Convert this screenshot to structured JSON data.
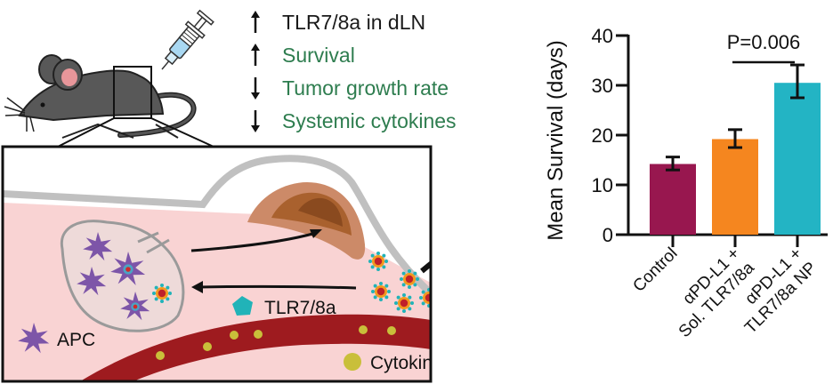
{
  "effects": {
    "items": [
      {
        "direction": "up",
        "label": "TLR7/8a in dLN",
        "color": "#1a1a1a"
      },
      {
        "direction": "up",
        "label": "Survival",
        "color": "#2e7d4f"
      },
      {
        "direction": "down",
        "label": "Tumor growth rate",
        "color": "#2e7d4f"
      },
      {
        "direction": "down",
        "label": "Systemic cytokines",
        "color": "#2e7d4f"
      }
    ]
  },
  "schematic": {
    "apc_label": "APC",
    "drug_label": "TLR7/8a",
    "cytokine_label": "Cytokines",
    "colors": {
      "tissue": "#f9d3d3",
      "skin": "#c0c0c0",
      "vessel": "#9e1b1f",
      "cytokine": "#c9bf3a",
      "apc": "#7d55a8",
      "drug": "#21b3b8",
      "tumor_outer": "#cc8a68",
      "tumor_mid": "#a9612e",
      "tumor_inner": "#8a4a1f",
      "np_core": "#c0202a",
      "np_shell": "#f29a1f"
    }
  },
  "chart_data": {
    "type": "bar",
    "title": "",
    "xlabel": "",
    "ylabel": "Mean Survival (days)",
    "ylim": [
      0,
      40
    ],
    "yticks": [
      0,
      10,
      20,
      30,
      40
    ],
    "categories": [
      "Control",
      "αPD-L1 + Sol. TLR7/8a",
      "αPD-L1 + TLR7/8a NP"
    ],
    "category_lines": [
      [
        "Control"
      ],
      [
        "αPD-L1 +",
        "Sol. TLR7/8a"
      ],
      [
        "αPD-L1 +",
        "TLR7/8a NP"
      ]
    ],
    "values": [
      14.2,
      19.2,
      30.5
    ],
    "error_low": [
      13.0,
      17.5,
      27.5
    ],
    "error_high": [
      15.6,
      21.1,
      34.1
    ],
    "colors": [
      "#98174f",
      "#f5861f",
      "#23b4c4"
    ],
    "annotations": [
      {
        "text": "P=0.006",
        "between": [
          1,
          2
        ]
      }
    ],
    "grid": false,
    "legend": "none"
  }
}
